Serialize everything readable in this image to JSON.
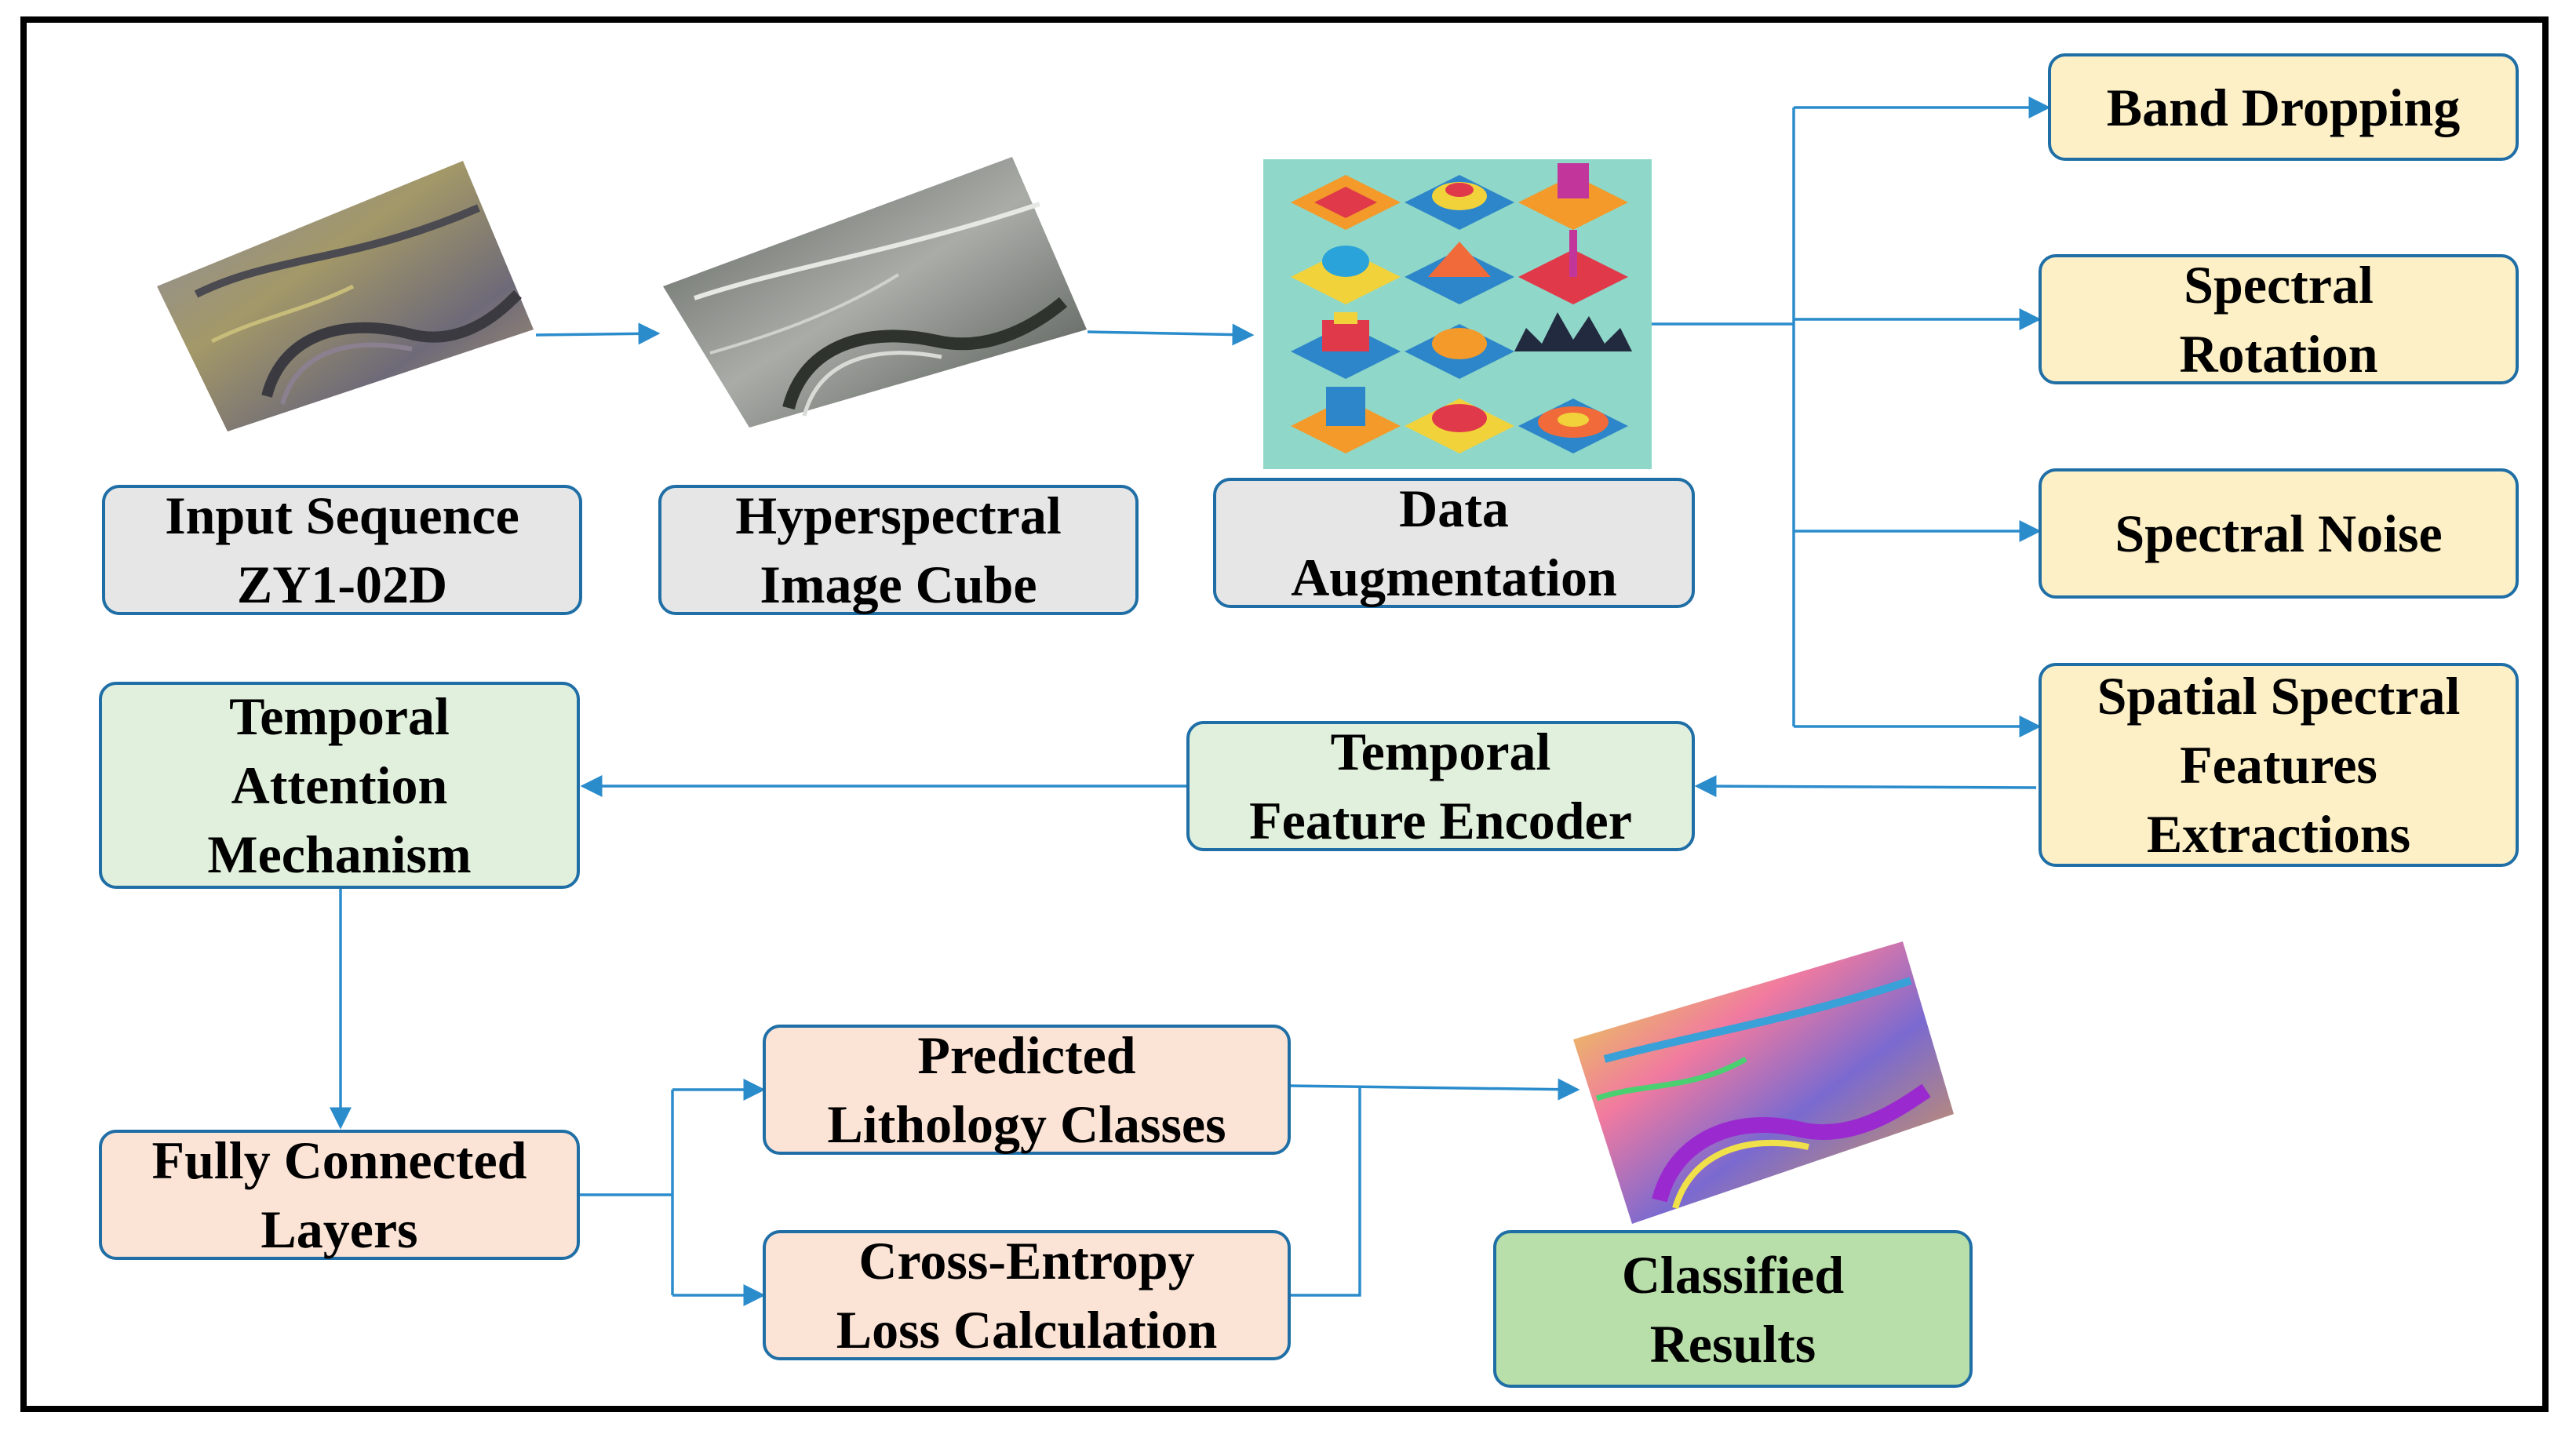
{
  "nodes": {
    "input_sequence": "Input Sequence\nZY1-02D",
    "hyperspectral_cube": "Hyperspectral\nImage Cube",
    "data_augmentation": "Data\nAugmentation",
    "band_dropping": "Band Dropping",
    "spectral_rotation": "Spectral\nRotation",
    "spectral_noise": "Spectral Noise",
    "spatial_spectral": "Spatial Spectral\nFeatures\nExtractions",
    "temporal_encoder": "Temporal\nFeature Encoder",
    "temporal_attention": "Temporal\nAttention\nMechanism",
    "fully_connected": "Fully Connected\nLayers",
    "predicted_classes": "Predicted\nLithology Classes",
    "cross_entropy": "Cross-Entropy\nLoss Calculation",
    "classified_results": "Classified\nResults"
  },
  "images": {
    "input_image": "false-color satellite scene",
    "hyperspectral_image": "grayscale hyperspectral band",
    "augmentation_image": "grid of 3D spectral surface plots",
    "classified_image": "colored lithology classification map"
  },
  "colors": {
    "box_border": "#1f6fa6",
    "arrow": "#2b8ccc",
    "gray_fill": "#e6e6e6",
    "yellow_fill": "#fdf0c7",
    "green_fill": "#e1f0dc",
    "peach_fill": "#fbe3d6",
    "dark_green_fill": "#b8dfa9"
  }
}
